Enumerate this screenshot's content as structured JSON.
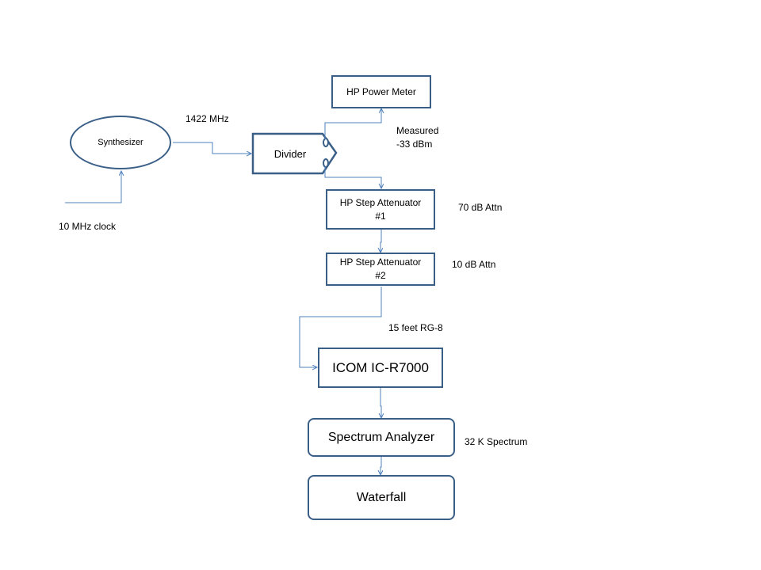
{
  "blocks": {
    "synthesizer": "Synthesizer",
    "divider": "Divider",
    "power_meter": "HP Power Meter",
    "step_attenuator_1": "HP Step Attenuator\n#1",
    "step_attenuator_2": "HP Step Attenuator\n#2",
    "receiver": "ICOM IC-R7000",
    "spectrum_analyzer": "Spectrum Analyzer",
    "waterfall": "Waterfall"
  },
  "labels": {
    "frequency": "1422 MHz",
    "clock": "10 MHz clock",
    "measured": "Measured\n-33 dBm",
    "attn_1": "70 dB Attn",
    "attn_2": "10 dB Attn",
    "cable": "15 feet RG-8",
    "spectrum": "32 K Spectrum"
  },
  "colors": {
    "block_border": "#3a5f86",
    "connector": "#4f81bd"
  }
}
